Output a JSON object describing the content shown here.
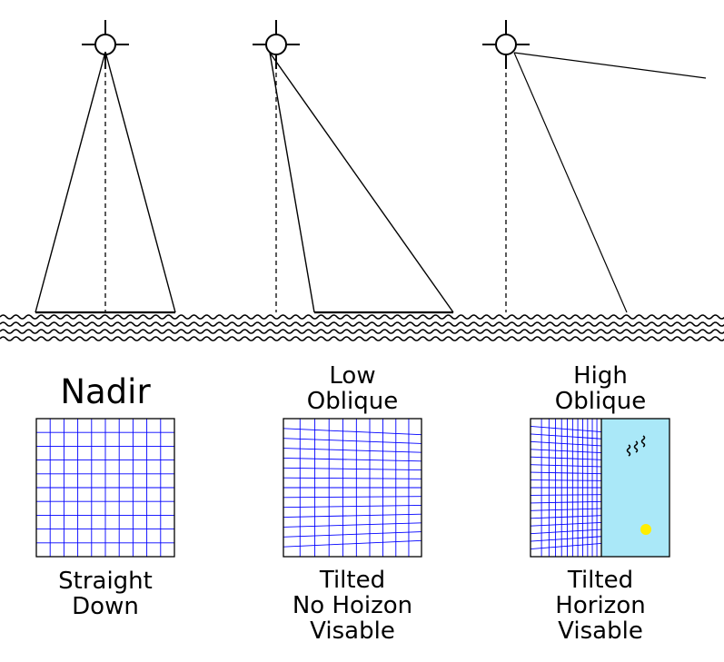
{
  "colors": {
    "ink": "#000000",
    "grid": "#0000ff",
    "sky": "#aae8f8",
    "sun": "#ffee00"
  },
  "panels": [
    {
      "id": "nadir",
      "title_lines": [
        "Nadir"
      ],
      "caption_lines": [
        "Straight",
        "Down"
      ],
      "grid_style": "square",
      "shows_horizon": false
    },
    {
      "id": "low-oblique",
      "title_lines": [
        "Low",
        "Oblique"
      ],
      "caption_lines": [
        "Tilted",
        "No Hoizon",
        "Visable"
      ],
      "grid_style": "perspective",
      "shows_horizon": false
    },
    {
      "id": "high-oblique",
      "title_lines": [
        "High",
        "Oblique"
      ],
      "caption_lines": [
        "Tilted",
        "Horizon",
        "Visable"
      ],
      "grid_style": "perspective-with-sky",
      "shows_horizon": true
    }
  ],
  "icons": [
    "camera-crosshair-icon",
    "ground-waves",
    "sun-icon",
    "birds-icon"
  ]
}
